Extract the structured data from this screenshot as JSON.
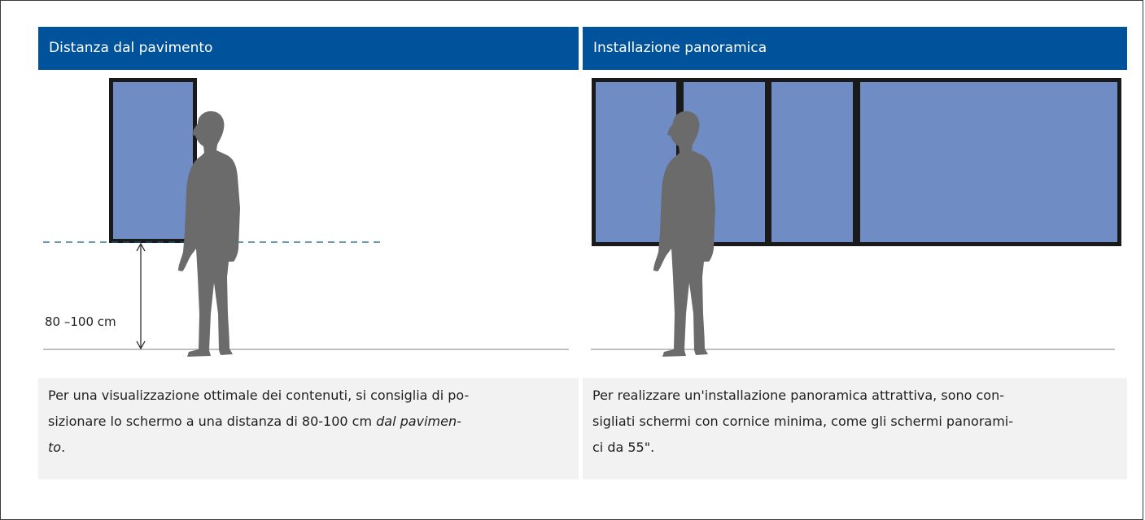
{
  "left_panel": {
    "title": "Distanza dal pavimento",
    "measurement_label": "80 –100 cm",
    "caption_lines": [
      "Per una visualizzazione ottimale dei contenuti, si consiglia di po-",
      "sizionare lo schermo a una distanza di 80-100 cm ",
      "dal pavimen-",
      "to",
      "."
    ]
  },
  "right_panel": {
    "title": "Installazione panoramica",
    "caption_lines": [
      "Per realizzare un'installazione panoramica attrattiva, sono con-",
      "sigliati schermi con cornice minima, come gli schermi panorami-",
      "ci da 55\"."
    ]
  },
  "colors": {
    "header_bg": "#00539b",
    "screen_fill": "#6f8cc4",
    "screen_frame": "#1a1a1a",
    "silhouette": "#6b6b6b",
    "guide_line": "#0f5f87",
    "caption_bg": "#f2f2f2"
  }
}
